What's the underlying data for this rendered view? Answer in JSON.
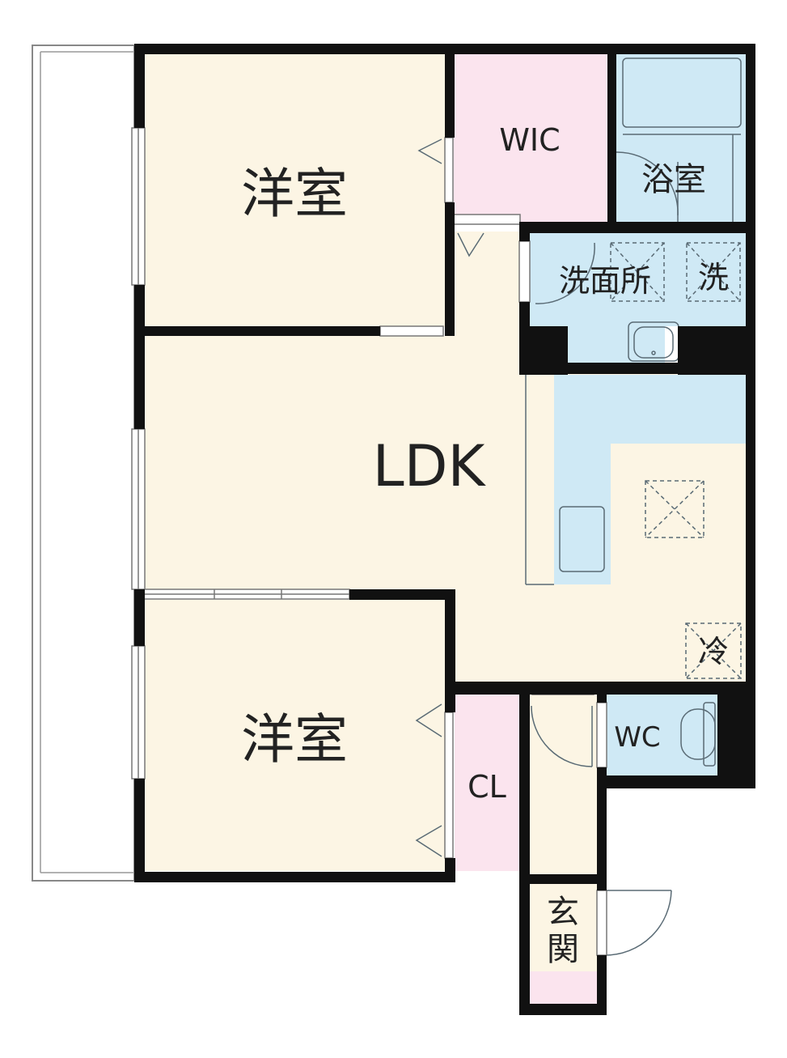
{
  "rooms": {
    "western_top": "洋室",
    "wic": "WIC",
    "bath": "浴室",
    "washroom": "洗面所",
    "washer": "洗",
    "ldk": "LDK",
    "fridge": "冷",
    "western_bottom": "洋室",
    "closet": "CL",
    "wc": "WC",
    "entrance_1": "玄",
    "entrance_2": "関"
  },
  "colors": {
    "room_beige": "#fcf5e4",
    "closet_pink": "#fbe4ee",
    "wet_blue": "#cfe9f5",
    "wall": "#111111",
    "fixture_line": "#5a6b75"
  }
}
